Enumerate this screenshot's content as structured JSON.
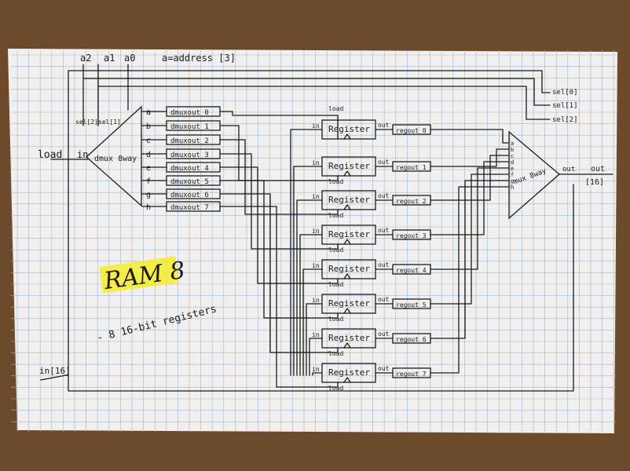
{
  "diagram": {
    "address_bits": [
      "a2",
      "a1",
      "a0"
    ],
    "address_note": "a=address [3]",
    "load_label": "load",
    "in_label": "in",
    "in_bus_label": "in[16]",
    "dmux_sel_labels": [
      "sel[2]",
      "sel[1]"
    ],
    "dmux_name": "dmux 8way",
    "dmux_ports": [
      "a",
      "b",
      "c",
      "d",
      "e",
      "f",
      "g",
      "h"
    ],
    "dmux_outputs": [
      "dmuxout 0",
      "dmuxout 1",
      "dmuxout 2",
      "dmuxout 3",
      "dmuxout 4",
      "dmuxout 5",
      "dmuxout 6",
      "dmuxout 7"
    ],
    "register_name": "Register",
    "register_in": "in",
    "register_out": "out",
    "register_load": "load",
    "reg_outputs": [
      "regout 0",
      "regout 1",
      "regout 2",
      "regout 3",
      "regout 4",
      "regout 5",
      "regout 6",
      "regout 7"
    ],
    "mux_name": "mux 8way",
    "mux_sel_labels": [
      "sel[0]",
      "sel[1]",
      "sel[2]"
    ],
    "mux_ports": [
      "a",
      "b",
      "c",
      "d",
      "e",
      "f",
      "g",
      "h"
    ],
    "out_label": "out",
    "out_bus_label": "[16]",
    "title": "RAM 8",
    "subtitle": "- 8 16-bit registers"
  },
  "colors": {
    "table": "#6e4a2c",
    "paper": "#f1f0ee",
    "grid": "#9fb6cf",
    "ink": "#1b1b1b",
    "highlight": "#f6ec2a"
  }
}
